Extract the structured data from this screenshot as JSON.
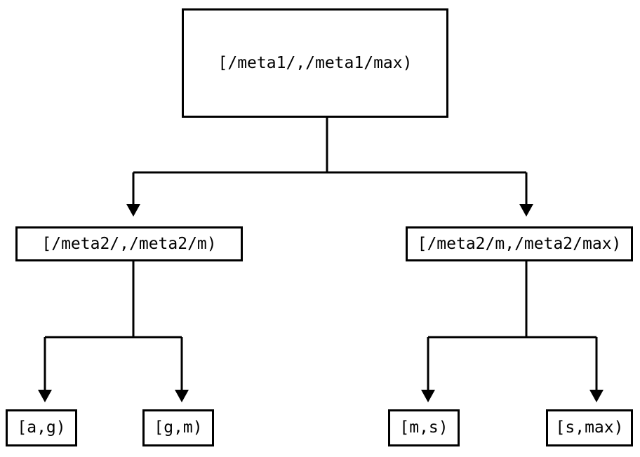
{
  "diagram": {
    "type": "tree",
    "title": "",
    "background_color": "#ffffff",
    "stroke_color": "#000000",
    "text_color": "#000000",
    "levels": 3,
    "nodes": {
      "root": {
        "label": "[/meta1/,/meta1/max)",
        "level": 0
      },
      "mid_left": {
        "label": "[/meta2/,/meta2/m)",
        "level": 1
      },
      "mid_right": {
        "label": "[/meta2/m,/meta2/max)",
        "level": 1
      },
      "leaf_1": {
        "label": "[a,g)",
        "level": 2
      },
      "leaf_2": {
        "label": "[g,m)",
        "level": 2
      },
      "leaf_3": {
        "label": "[m,s)",
        "level": 2
      },
      "leaf_4": {
        "label": "[s,max)",
        "level": 2
      }
    },
    "edges": [
      {
        "from": "root",
        "to": "mid_left",
        "arrow": "down"
      },
      {
        "from": "root",
        "to": "mid_right",
        "arrow": "down"
      },
      {
        "from": "mid_left",
        "to": "leaf_1",
        "arrow": "down"
      },
      {
        "from": "mid_left",
        "to": "leaf_2",
        "arrow": "down"
      },
      {
        "from": "mid_right",
        "to": "leaf_3",
        "arrow": "down"
      },
      {
        "from": "mid_right",
        "to": "leaf_4",
        "arrow": "down"
      }
    ]
  }
}
